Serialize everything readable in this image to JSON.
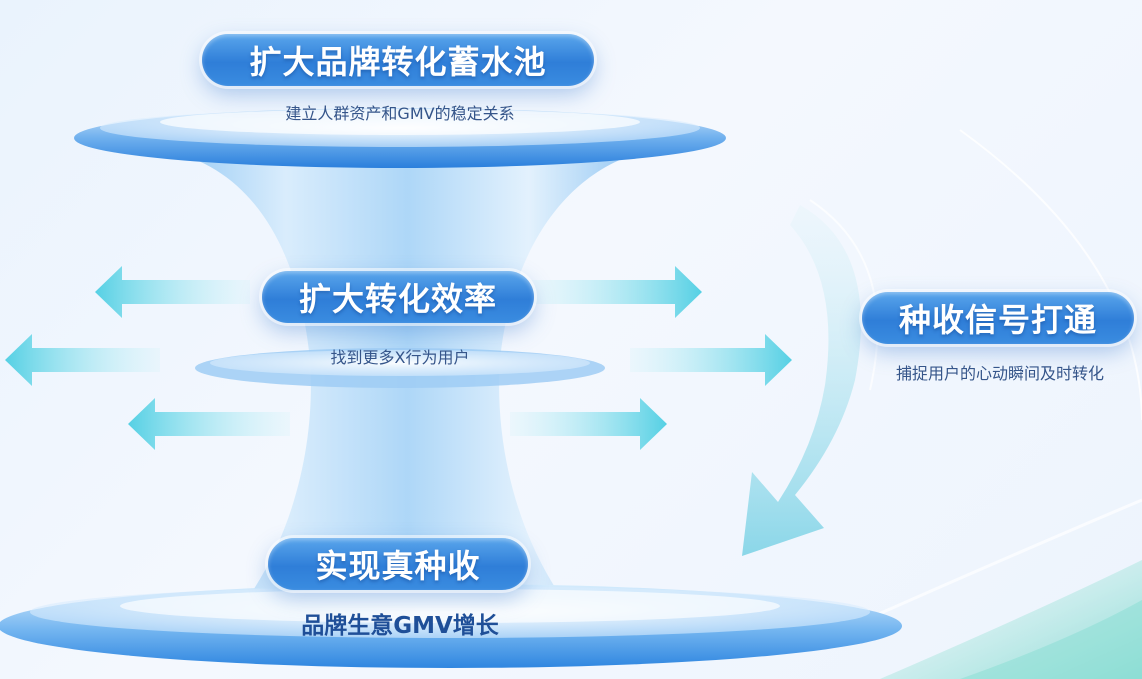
{
  "top": {
    "title": "扩大品牌转化蓄水池",
    "subtitle": "建立人群资产和GMV的稳定关系"
  },
  "middle": {
    "title": "扩大转化效率",
    "subtitle": "找到更多X行为用户"
  },
  "bottom": {
    "title": "实现真种收",
    "subtitle": "品牌生意GMV增长"
  },
  "side": {
    "title": "种收信号打通",
    "subtitle": "捕捉用户的心动瞬间及时转化"
  },
  "colors": {
    "pill_blue": "#2f7ed8",
    "disc_blue": "#3d8fe6",
    "arrow_cyan": "#5fd4e6",
    "text_blue": "#1f4f98"
  }
}
